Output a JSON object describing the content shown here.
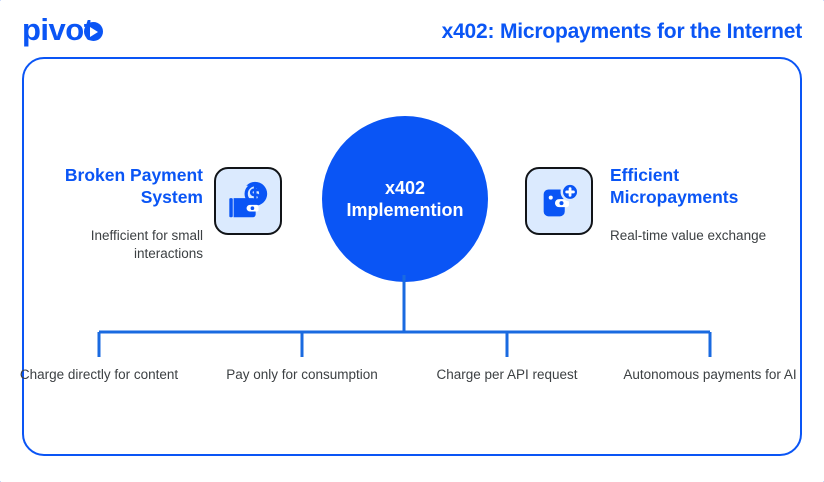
{
  "header": {
    "logo_text": "pivot",
    "logo_mark": "play-triangle",
    "title": "x402: Micropayments for the Internet"
  },
  "colors": {
    "brand_blue": "#0a55f5",
    "line_blue": "#1a6ae0",
    "tile_bg": "#dbeafe",
    "tile_border": "#111418",
    "body_text": "#3c4043",
    "card_bg": "#ffffff"
  },
  "hub": {
    "line1": "x402",
    "line2": "Implemention"
  },
  "sides": [
    {
      "id": "broken-payment-system",
      "title": "Broken Payment System",
      "subtitle": "Inefficient for small interactions",
      "icon": "wallet-dollar-icon"
    },
    {
      "id": "efficient-micropayments",
      "title": "Efficient Micropayments",
      "subtitle": "Real-time value exchange",
      "icon": "wallet-plus-icon"
    }
  ],
  "leaves": [
    {
      "label": "Charge directly for content"
    },
    {
      "label": "Pay only for consumption"
    },
    {
      "label": "Charge per API request"
    },
    {
      "label": "Autonomous payments for AI"
    }
  ]
}
